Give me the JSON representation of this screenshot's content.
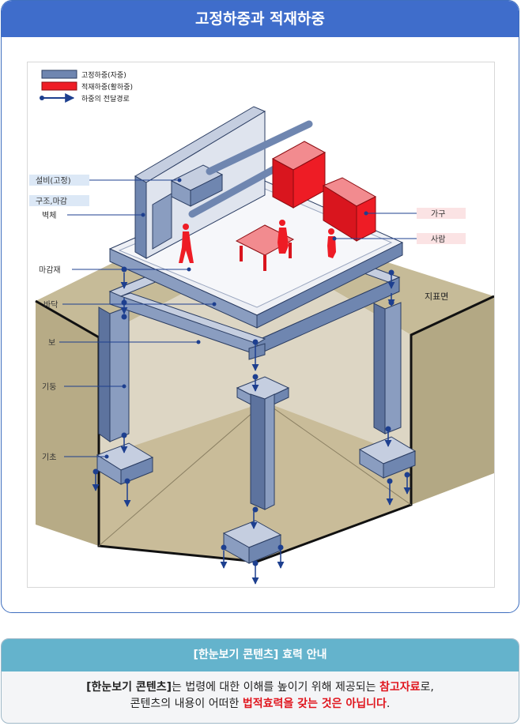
{
  "header": {
    "title": "고정하중과 적재하중"
  },
  "legend": {
    "dead_load": "고정하중(자중)",
    "live_load": "적재하중(활하중)",
    "load_path": "하중의 전달경로"
  },
  "labels": {
    "equipment": "설비(고정)",
    "structure_finish": "구조,마감",
    "wall": "벽체",
    "finish_material": "마감재",
    "floor": "바닥",
    "beam": "보",
    "column": "기둥",
    "foundation": "기초",
    "furniture": "가구",
    "person": "사람",
    "ground_level": "지표면"
  },
  "notice": {
    "title": "[한눈보기 콘텐츠] 효력 안내",
    "line1_bold": "[한눈보기 콘텐츠]",
    "line1_text": "는 법령에 대한 이해를 높이기 위해 제공되는 ",
    "line1_red": "참고자료",
    "line1_end": "로,",
    "line2_text": "콘텐츠의 내용이 어떠한 ",
    "line2_red": "법적효력을 갖는 것은 아닙니다",
    "line2_end": "."
  },
  "colors": {
    "header_bg": "#3f6dcb",
    "notice_header_bg": "#64b3cc",
    "dead_load": "#6f86b0",
    "live_load": "#ee1c25",
    "ground": "#c9bd9a",
    "emphasis": "#e0161e"
  }
}
